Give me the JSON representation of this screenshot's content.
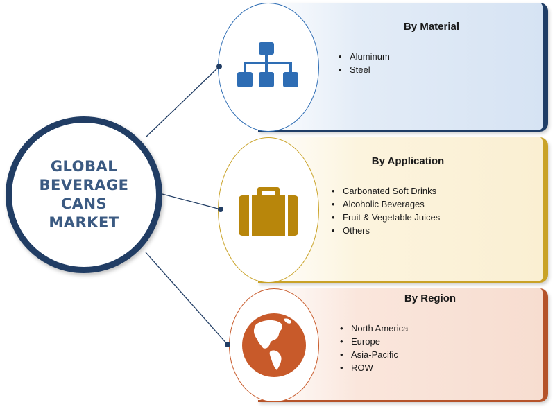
{
  "hub": {
    "title": "GLOBAL\nBEVERAGE\nCANS MARKET"
  },
  "segments": [
    {
      "title": "By Material",
      "icon": "hierarchy-icon",
      "accent": "#2e6db4",
      "items": [
        "Aluminum",
        "Steel"
      ]
    },
    {
      "title": "By Application",
      "icon": "briefcase-icon",
      "accent": "#c9a227",
      "items": [
        "Carbonated Soft Drinks",
        "Alcoholic Beverages",
        "Fruit & Vegetable Juices",
        "Others"
      ]
    },
    {
      "title": "By Region",
      "icon": "globe-icon",
      "accent": "#c85a2a",
      "items": [
        "North America",
        "Europe",
        "Asia-Pacific",
        "ROW"
      ]
    }
  ],
  "colors": {
    "hub_ring": "#213d64",
    "hub_text": "#3b5a82",
    "line": "#213d64"
  }
}
